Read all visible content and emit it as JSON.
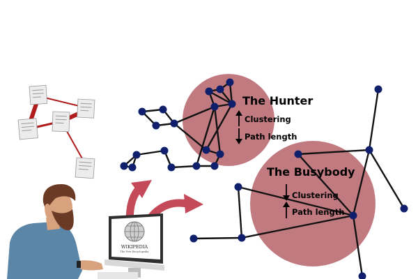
{
  "colors": {
    "node": "#0f1f6b",
    "edge": "#111111",
    "circle": "#b5636a",
    "arrow": "#c44a5a",
    "paper_edge": "#b01c1c",
    "paper": "#ececec",
    "shirt": "#5b86a8",
    "hair": "#6b3a25",
    "skin": "#d9a27e",
    "screen": "#ffffff"
  },
  "hunter": {
    "title": "The Hunter",
    "metrics": [
      {
        "direction": "up",
        "icon": "arrow-up-icon",
        "label": "Clustering"
      },
      {
        "direction": "down",
        "icon": "arrow-down-icon",
        "label": "Path length"
      }
    ]
  },
  "busybody": {
    "title": "The Busybody",
    "metrics": [
      {
        "direction": "down",
        "icon": "arrow-down-icon",
        "label": "Clustering"
      },
      {
        "direction": "up",
        "icon": "arrow-up-icon",
        "label": "Path length"
      }
    ]
  },
  "monitor": {
    "wordmark": "WIKIPEDIA",
    "tagline": "The Free Encyclopedia",
    "icon": "wikipedia-globe-icon"
  },
  "icons": [
    "document-icon",
    "curved-arrow-icon",
    "network-node-icon",
    "person-icon",
    "computer-monitor-icon"
  ]
}
